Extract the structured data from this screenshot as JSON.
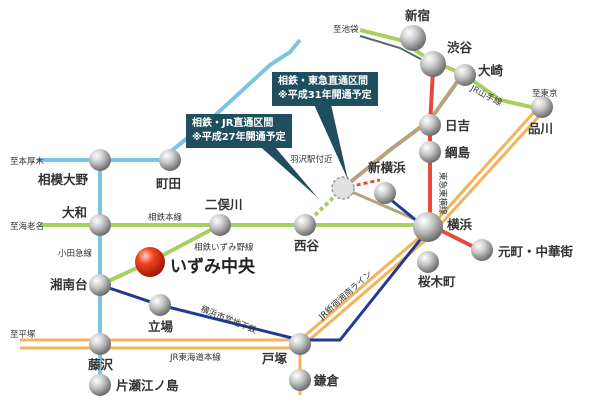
{
  "callouts": {
    "sotetsu_tokyu": {
      "line1": "相鉄・東急直通区間",
      "line2": "※平成31年開通予定"
    },
    "sotetsu_jr": {
      "line1": "相鉄・JR直通区間",
      "line2": "※平成27年開通予定"
    }
  },
  "colors": {
    "sotetsu": "#a8d060",
    "jr_shonan": "#b8a27e",
    "jr_tokaido": "#f2b35c",
    "shonan_shinjuku": "#f2b35c",
    "odakyu": "#7cc5e0",
    "yokohama_subway": "#1f3a93",
    "tokyu_toyoko": "#e84a3a",
    "jr_yamanote": "#a8d060",
    "callout_bg": "#1f4f5f",
    "featured_station": "#e03010"
  },
  "stations": {
    "izumi_chuo": "いずみ中央",
    "shinjuku": "新宿",
    "shibuya": "渋谷",
    "osaki": "大崎",
    "hiyoshi": "日吉",
    "tsunashima": "綱島",
    "shin_yokohama": "新横浜",
    "hazawa": "羽沢駅付近",
    "yokohama": "横浜",
    "motomachi": "元町・中華街",
    "sakuragicho": "桜木町",
    "shinagawa": "品川",
    "sagami_ono": "相模大野",
    "machida": "町田",
    "yamato": "大和",
    "futamatagawa": "二俣川",
    "nishiya": "西谷",
    "shonandai": "湘南台",
    "tateba": "立場",
    "fujisawa": "藤沢",
    "totsuka": "戸塚",
    "kamakura": "鎌倉",
    "katase_enoshima": "片瀬江ノ島"
  },
  "lines": {
    "sotetsu_main": "相鉄本線",
    "izumino": "相鉄いずみ野線",
    "odakyu": "小田急線",
    "subway": "横浜市営地下鉄",
    "jr_tokaido": "JR東海道本線",
    "shonan_shinjuku": "JR新宿湘南ライン",
    "tokyu_toyoko": "東急東横線",
    "jr_yamanote": "JR山手線"
  },
  "directions": {
    "to_ikebukuro": "至池袋",
    "to_tokyo": "至東京",
    "to_hon_atsugi": "至本厚木",
    "to_ebina": "至海老名",
    "to_hiratsuka": "至平塚"
  }
}
